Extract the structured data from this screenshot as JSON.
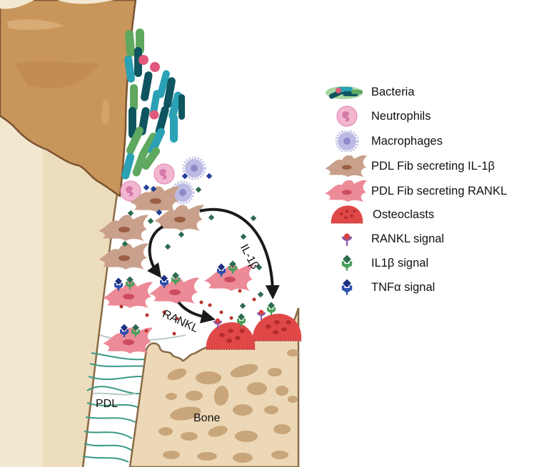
{
  "figure": {
    "labels": {
      "il1b_arrow": "IL-1β",
      "rankl_arrow": "RANKL",
      "pdl": "PDL",
      "bone": "Bone"
    },
    "legend": [
      {
        "icon": "bacteria-icon",
        "label": "Bacteria"
      },
      {
        "icon": "neutrophil-icon",
        "label": "Neutrophils"
      },
      {
        "icon": "macrophage-icon",
        "label": "Macrophages"
      },
      {
        "icon": "fibroblast-il1b-icon",
        "label": "PDL Fib secreting IL-1β"
      },
      {
        "icon": "fibroblast-rankl-icon",
        "label": "PDL Fib secreting RANKL"
      },
      {
        "icon": "osteoclast-icon",
        "label": "Osteoclasts"
      },
      {
        "icon": "rankl-receptor-icon",
        "label": "RANKL signal"
      },
      {
        "icon": "il1b-receptor-icon",
        "label": "IL1β signal"
      },
      {
        "icon": "tnfa-receptor-icon",
        "label": "TNFα signal"
      }
    ],
    "colors": {
      "tooth_crown": "#c8955a",
      "tooth_root": "#f3e9d2",
      "bone": "#e8d3b0",
      "bone_lacunae": "#c9a57a",
      "pdl_fibers": "#3a9a86",
      "neutrophil": "#f2b3cf",
      "macrophage": "#b7b5e0",
      "fibroblast_il1b": "#c8a08c",
      "fibroblast_rankl": "#ec8a97",
      "osteoclast": "#e04848",
      "il1b_signal": "#2e7d5b",
      "tnfa_signal": "#1f3f9a",
      "rankl_dot": "#b8352f"
    }
  }
}
